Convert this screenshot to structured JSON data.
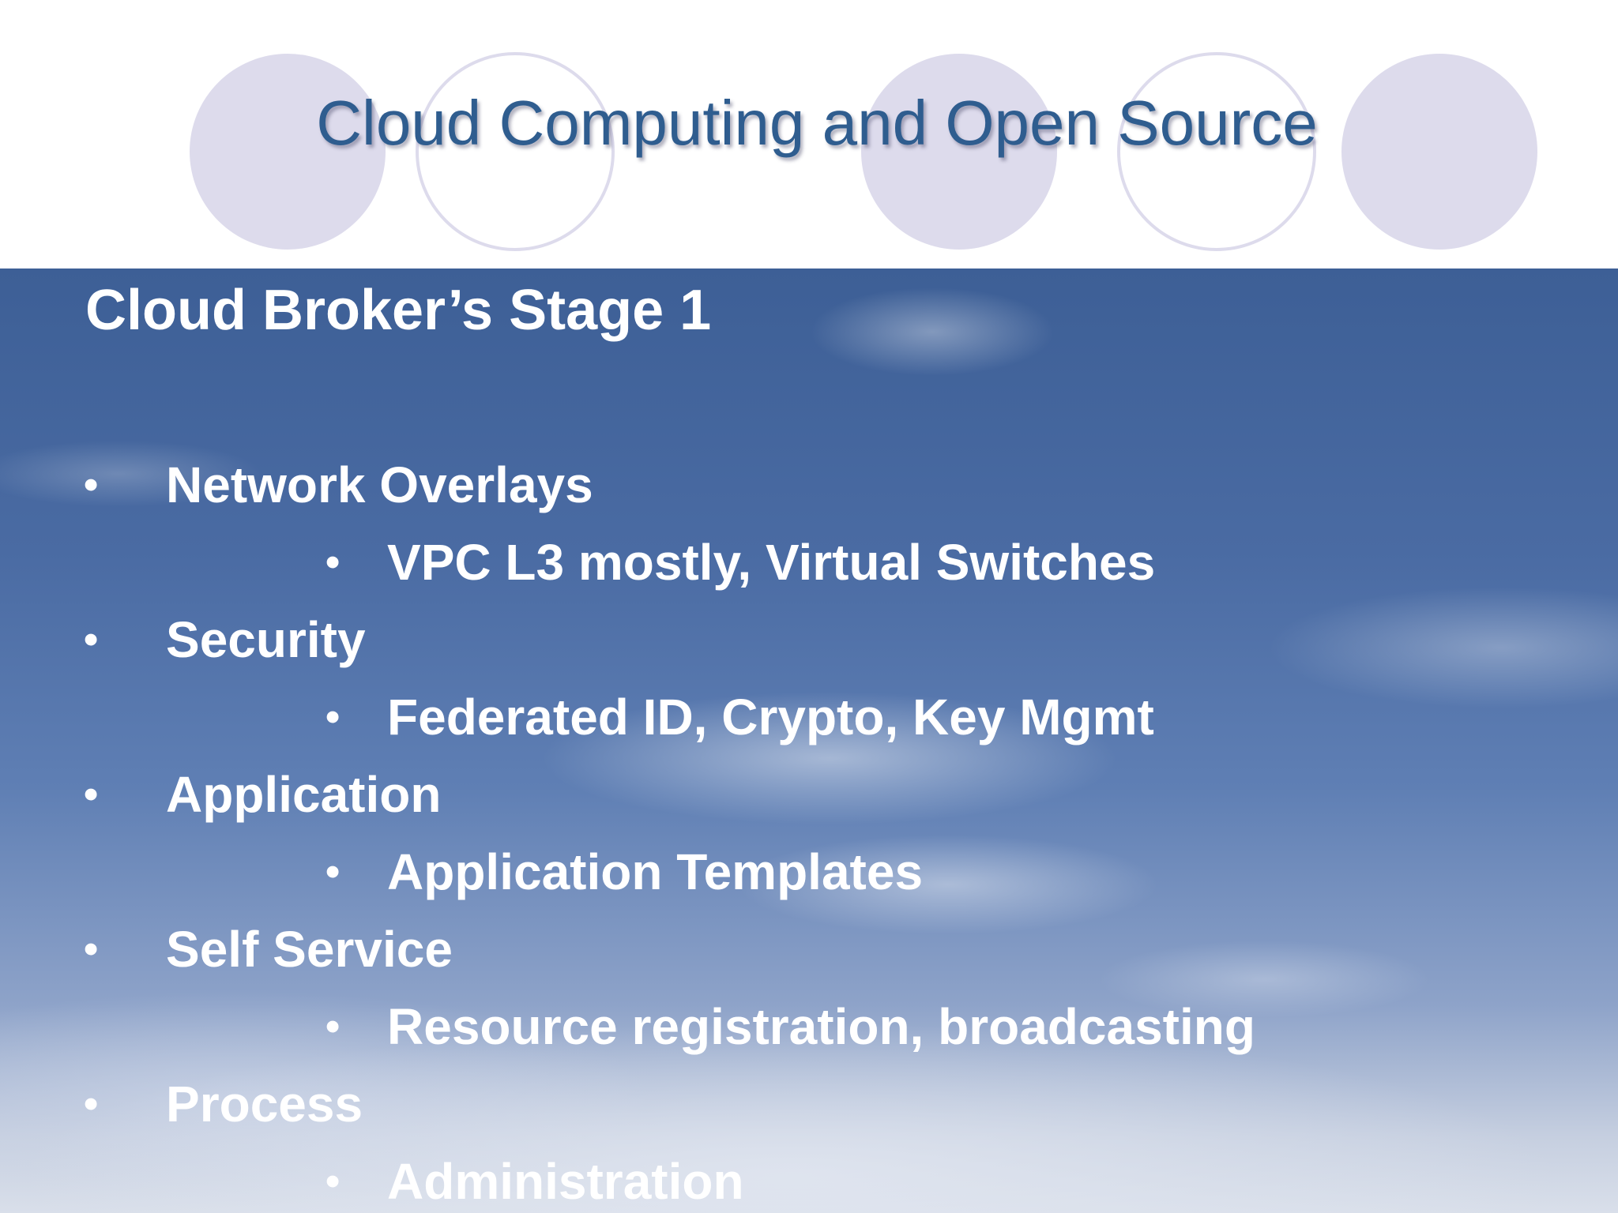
{
  "header": {
    "title": "Cloud Computing and Open Source"
  },
  "slide": {
    "title": "Cloud Broker’s Stage 1",
    "bullet_char": "•",
    "items": [
      {
        "label": "Network Overlays",
        "subitems": [
          "VPC L3 mostly, Virtual Switches"
        ]
      },
      {
        "label": "Security",
        "subitems": [
          "Federated ID, Crypto, Key Mgmt"
        ]
      },
      {
        "label": "Application",
        "subitems": [
          "Application Templates"
        ]
      },
      {
        "label": "Self Service",
        "subitems": [
          "Resource registration, broadcasting"
        ]
      },
      {
        "label": "Process",
        "subitems": [
          "Administration"
        ]
      }
    ]
  },
  "colors": {
    "header_title": "#2f5d8f",
    "circle_fill": "#dddbec",
    "sky_top": "#3d5f96",
    "sky_bottom": "#d9dfea",
    "body_text": "#ffffff"
  }
}
